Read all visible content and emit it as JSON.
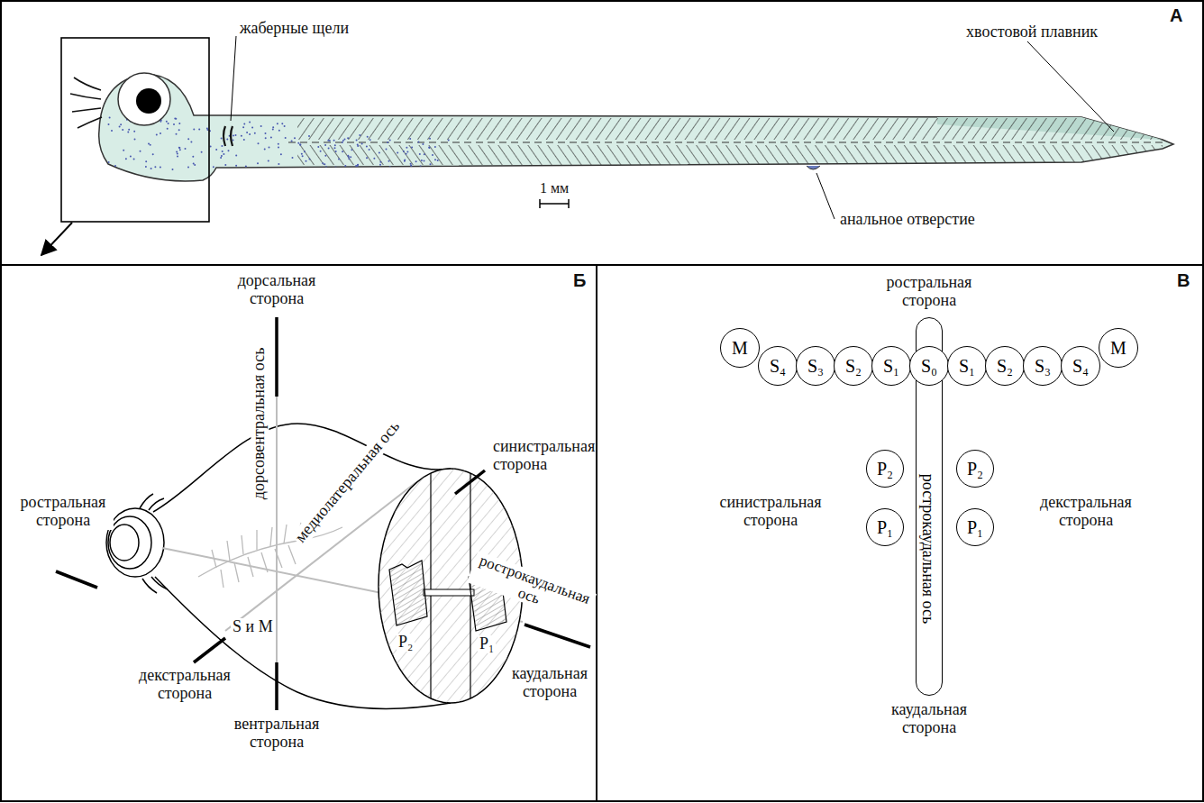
{
  "diagram": {
    "nodes": [
      {
        "text": [
          "M"
        ]
      },
      {
        "text": [
          "S₄"
        ]
      },
      {
        "text": [
          "S₃"
        ]
      },
      {
        "text": [
          "S₂"
        ]
      },
      {
        "text": [
          "S₁"
        ]
      },
      {
        "text": [
          "S₀"
        ]
      },
      {
        "text": [
          "S₁"
        ]
      },
      {
        "text": [
          "S₂"
        ]
      },
      {
        "text": [
          "S₃"
        ]
      },
      {
        "text": [
          "S₄"
        ]
      },
      {
        "text": [
          "M"
        ]
      },
      {
        "text": [
          "рострокаудальная ось"
        ]
      },
      {
        "text": [
          "P₂"
        ]
      },
      {
        "text": [
          "P₂"
        ]
      },
      {
        "text": [
          "P₁"
        ]
      },
      {
        "text": [
          "P₁"
        ]
      }
    ],
    "labels": [
      "А",
      "жаберные щели",
      "хвостовой плавник",
      "1 мм",
      "анальное отверстие",
      "Б",
      "дорсальная сторона",
      "дорсовентральная ось",
      "медиолатеральная ось",
      "синистральная сторона",
      "ростральная сторона",
      "декстральная сторона",
      "S и M",
      "P₂",
      "P₁",
      "рострокаудальная ось",
      "каудальная сторона",
      "вентральная сторона",
      "В",
      "ростральная сторона",
      "синистральная сторона",
      "декстральная сторона",
      "каудальная сторона"
    ]
  }
}
